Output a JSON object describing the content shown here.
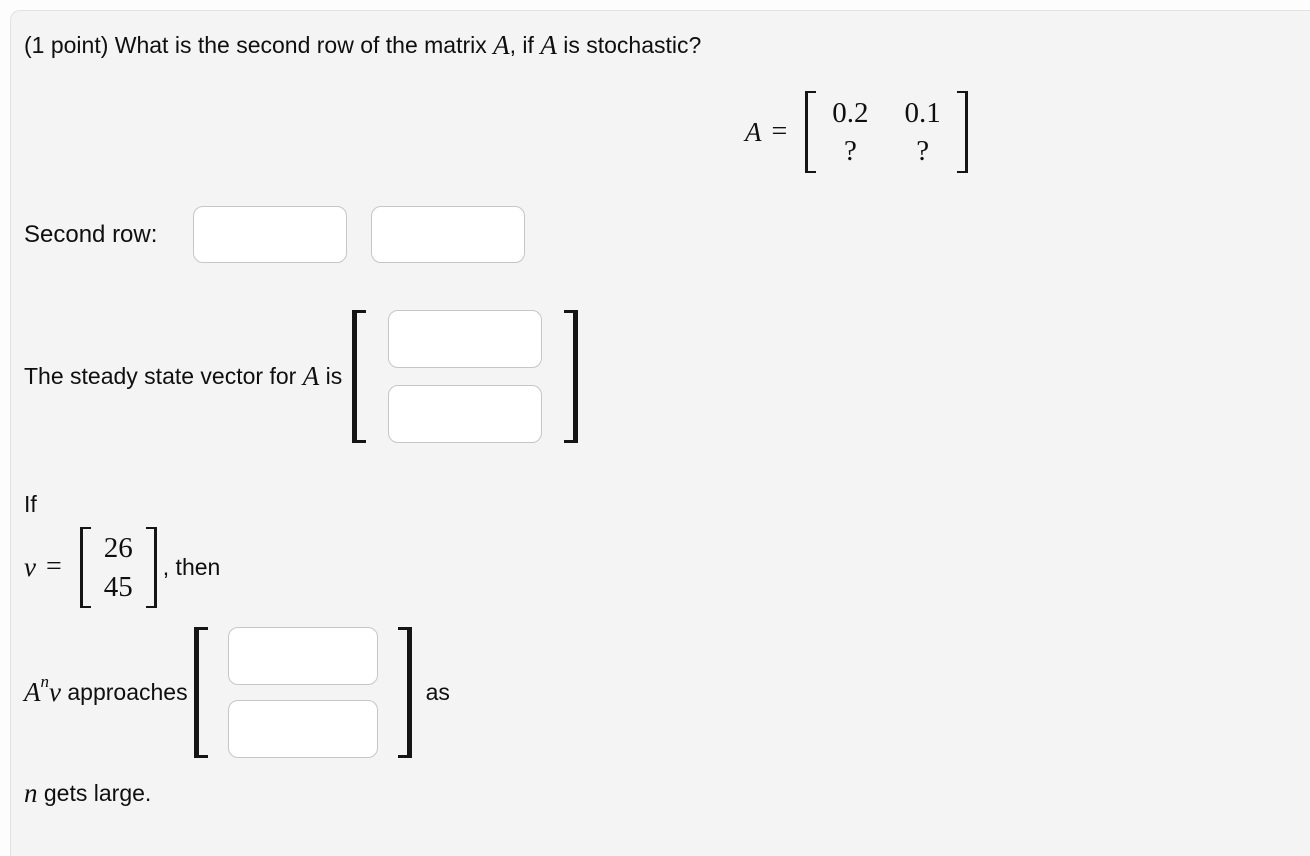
{
  "title": {
    "part1": "(1 point) What is the second row of the matrix ",
    "mathA1": "A",
    "part2": ", if ",
    "mathA2": "A",
    "part3": " is stochastic?"
  },
  "matrix_A": {
    "lhs": "A",
    "equals": "=",
    "entries": [
      [
        "0.2",
        "0.1"
      ],
      [
        "?",
        "?"
      ]
    ]
  },
  "second_row": {
    "label": "Second row:",
    "inputs": [
      {
        "value": ""
      },
      {
        "value": ""
      }
    ]
  },
  "steady_state": {
    "text_before": "The steady state vector for ",
    "mathA": "A",
    "text_after": " is",
    "inputs": [
      {
        "value": ""
      },
      {
        "value": ""
      }
    ]
  },
  "if_block": {
    "if_label": "If",
    "v_symbol": "v",
    "equals": "=",
    "vector_entries": [
      "26",
      "45"
    ],
    "then_label": ", then"
  },
  "limit_block": {
    "A_symbol": "A",
    "n_superscript": "n",
    "v_symbol": "v",
    "approaches_label": " approaches",
    "inputs": [
      {
        "value": ""
      },
      {
        "value": ""
      }
    ],
    "as_label": "as"
  },
  "final_line": {
    "n_symbol": "n",
    "text": " gets large."
  },
  "colors": {
    "panel_background": "#f4f4f5",
    "panel_border": "#e2e2e2",
    "input_border": "#c6c6c6",
    "input_background": "#ffffff",
    "text": "#0f0f0f",
    "bracket": "#151515"
  }
}
